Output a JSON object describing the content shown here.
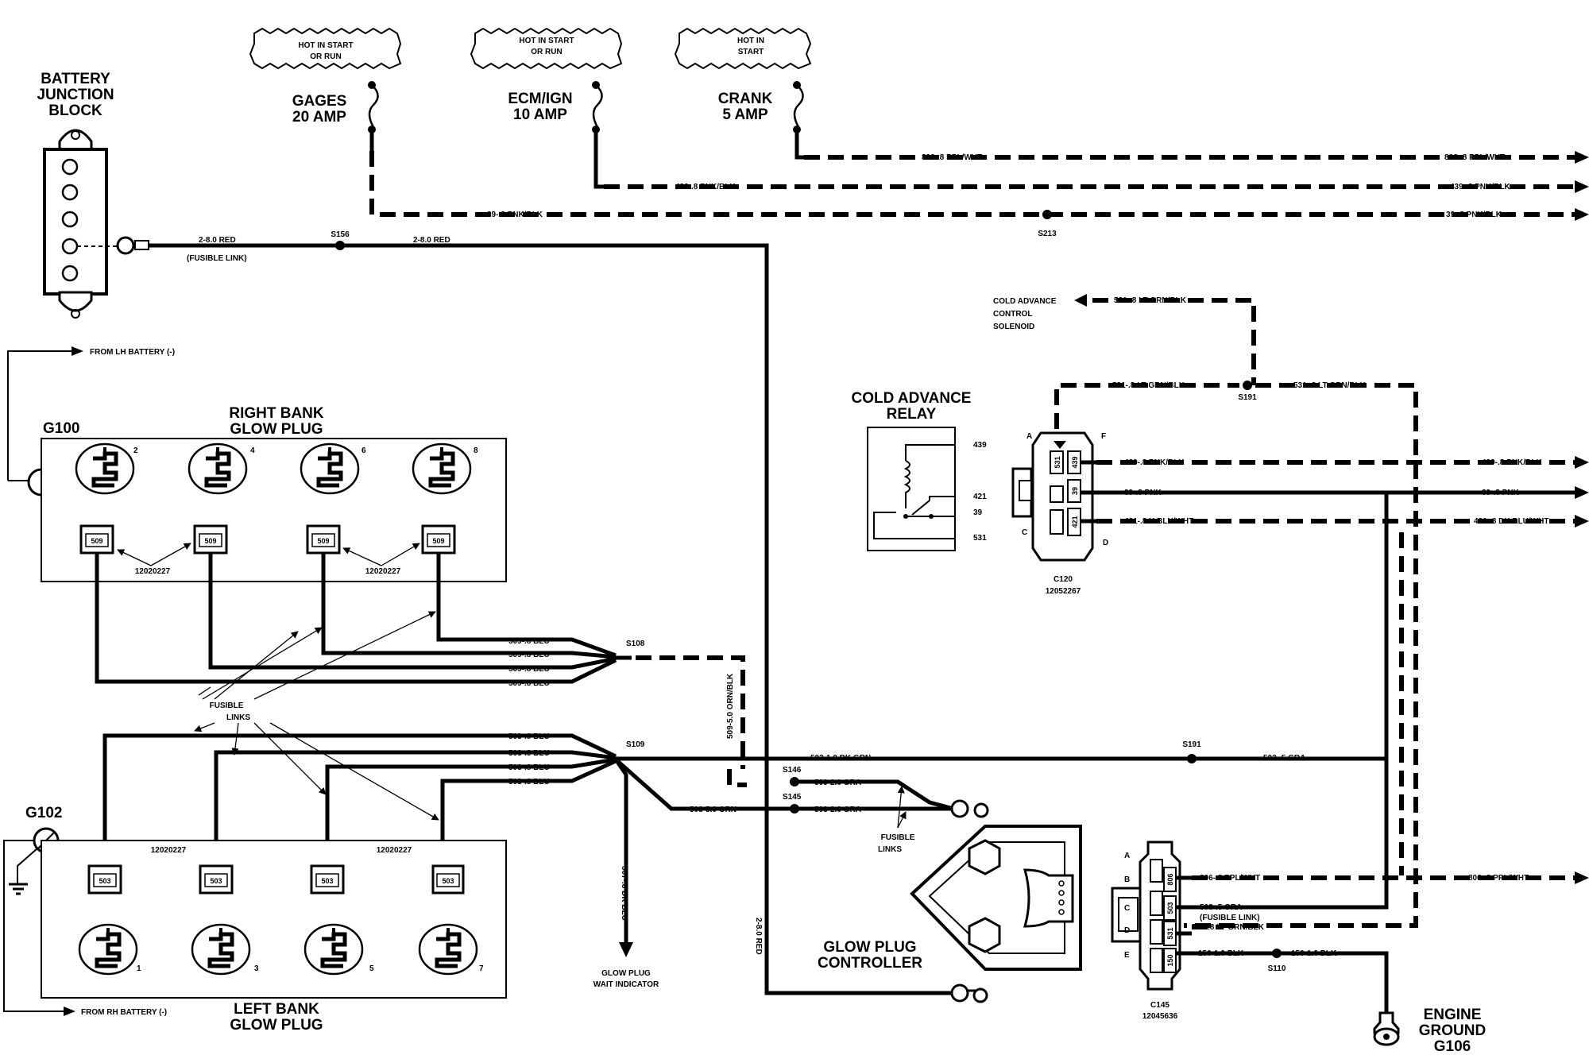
{
  "battery_block": {
    "title": [
      "BATTERY",
      "JUNCTION",
      "BLOCK"
    ]
  },
  "fuses": [
    {
      "banner": [
        "HOT IN START",
        "OR RUN"
      ],
      "name": [
        "GAGES",
        "20 AMP"
      ]
    },
    {
      "banner": [
        "HOT IN START",
        "OR RUN"
      ],
      "name": [
        "ECM/IGN",
        "10 AMP"
      ]
    },
    {
      "banner": [
        "HOT IN",
        "START"
      ],
      "name": [
        "CRANK",
        "5 AMP"
      ]
    }
  ],
  "wires": {
    "red_fusible": "2-8.0 RED",
    "fusible_link": "(FUSIBLE LINK)",
    "red_s156": "2-8.0 RED",
    "red_vertical": "2-8.0 RED",
    "crank_l": "806-.8 PPL/WHT",
    "crank_r": "806-.8 PPL/WHT",
    "ecm_l": "439-.8 PNK/BLK",
    "ecm_r": "439-.8 PNK/BLK",
    "gages_l": "39-.8 PNK/BLK",
    "gages_r": "39-.8 PNK/BLK",
    "grn_top": "531-.8 LT GRN/BLK",
    "grn_left": "531-.8 LT GRN/BLK",
    "grn_right": "531-.8 LT GRN/BLK",
    "c120_439": "439-.8 PNK/BLK",
    "c120_39": "39-.8 PNK",
    "c120_421": "421-.8 K BLU/WHT",
    "far_439": "439-.8 PNK/BLK",
    "far_39": "39-.8 PNK",
    "far_421": "421-.8 DK BLU/WHT",
    "blu509": [
      "509-.8 BLU",
      "509-.8 BLU",
      "509-.8 BLU",
      "509-.8 BLU"
    ],
    "blu503": [
      "503-.8 BLU",
      "503-.8 BLU",
      "503-.8 BLU",
      "503-.8 BLU"
    ],
    "orn509": "509-5.0 ORN/BLK",
    "grn503": "503-1.0 DK GRN",
    "gra503": "503-.5 GRA",
    "gra509": "509-2.0 GRA",
    "gra503b": "503-2.0 GRA",
    "orn503": "503-5.0 ORN",
    "blu507": "507-.8 DK BLU",
    "c145_806": "806-.8 PPL/WHT",
    "c145_806_far": "806-.8 PPL/WHT",
    "c145_503": "503-.5 GRA",
    "c145_503_sub": "(FUSIBLE LINK)",
    "c145_531": "531-.8 LT GRN/BLK",
    "c145_150": "150-1.0 BLK",
    "blk150": "150-1.0 BLK"
  },
  "splices": {
    "s156": "S156",
    "s213": "S213",
    "s191a": "S191",
    "s108": "S108",
    "s109": "S109",
    "s191b": "S191",
    "s146": "S146",
    "s145": "S145",
    "s110": "S110"
  },
  "grounds": {
    "g100": "G100",
    "g102": "G102",
    "from_lh": "FROM LH BATTERY (-)",
    "from_rh": "FROM RH BATTERY (-)",
    "engine_ground": [
      "ENGINE",
      "GROUND",
      "G106"
    ]
  },
  "right_bank": {
    "title": [
      "RIGHT BANK",
      "GLOW PLUG"
    ],
    "plug_numbers": [
      "2",
      "4",
      "6",
      "8"
    ],
    "connector_label": "509",
    "part_left": "12020227",
    "part_right": "12020227"
  },
  "left_bank": {
    "title": [
      "LEFT BANK",
      "GLOW PLUG"
    ],
    "plug_numbers": [
      "1",
      "3",
      "5",
      "7"
    ],
    "connector_label": "503",
    "part_left": "12020227",
    "part_right": "12020227"
  },
  "fusible_links_label": [
    "FUSIBLE",
    "LINKS"
  ],
  "fusible_links_label_2": [
    "FUSIBLE",
    "LINKS"
  ],
  "cold_advance_control": [
    "COLD ADVANCE",
    "CONTROL",
    "SOLENOID"
  ],
  "relay": {
    "title": [
      "COLD ADVANCE",
      "RELAY"
    ],
    "pins": [
      "439",
      "421",
      "39",
      "531"
    ]
  },
  "c120": {
    "name": "C120",
    "part": "12052267",
    "letters": [
      "A",
      "F",
      "C",
      "D"
    ],
    "cavities": [
      "531",
      "439",
      "39",
      "421"
    ]
  },
  "c145": {
    "name": "C145",
    "part": "12045636",
    "letters": [
      "A",
      "B",
      "C",
      "D",
      "E"
    ],
    "cavities": [
      "806",
      "503",
      "531",
      "150"
    ]
  },
  "controller": {
    "title": [
      "GLOW PLUG",
      "CONTROLLER"
    ]
  },
  "wait_indicator": [
    "GLOW PLUG",
    "WAIT INDICATOR"
  ]
}
